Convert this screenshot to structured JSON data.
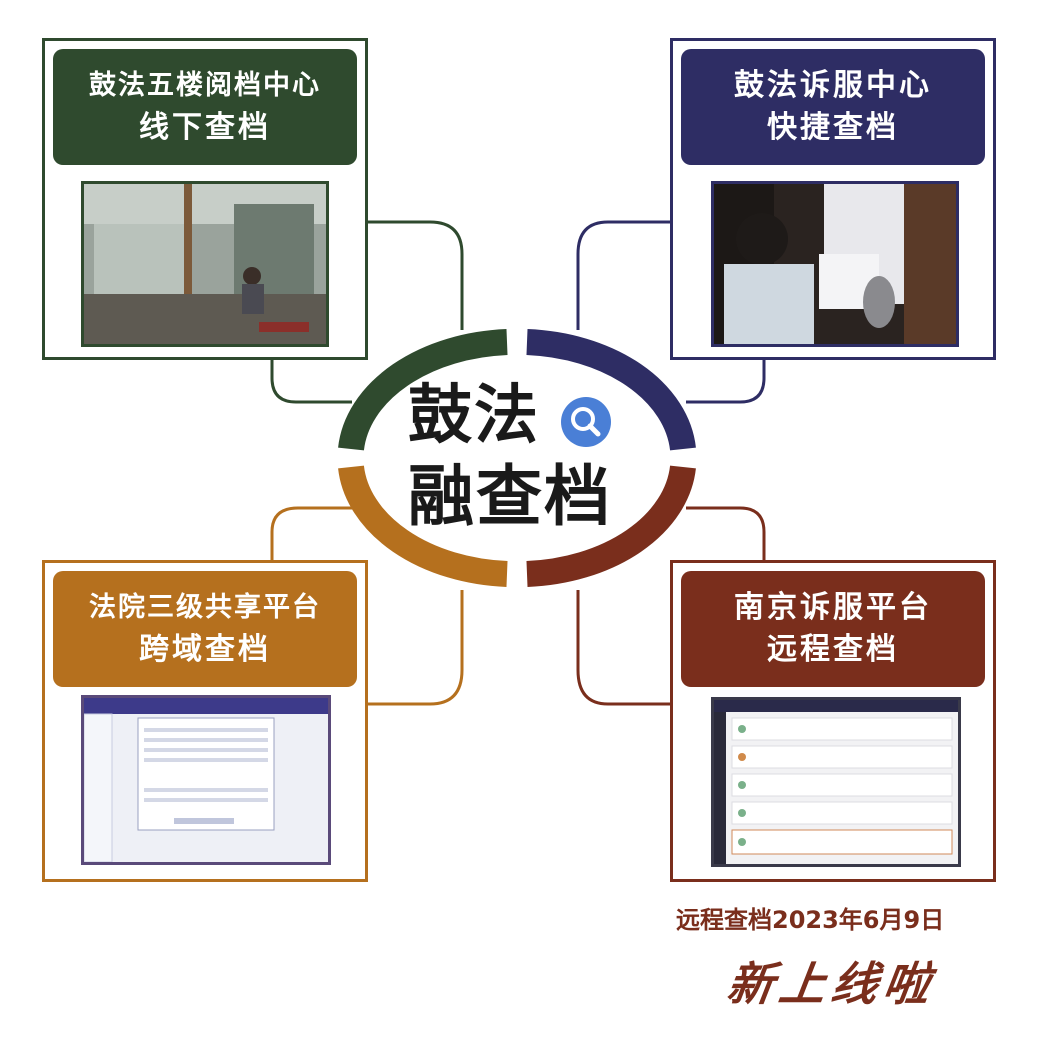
{
  "colors": {
    "green": "#2f4a2e",
    "navy": "#2e2d64",
    "orange": "#b5701e",
    "brown": "#7a2e1c"
  },
  "center": {
    "line1": "鼓法",
    "line2": "融查档",
    "icon": "search-icon"
  },
  "panels": {
    "top_left": {
      "line1": "鼓法五楼阅档中心",
      "line2": "线下查档"
    },
    "top_right": {
      "line1": "鼓法诉服中心",
      "line2": "快捷查档"
    },
    "bottom_left": {
      "line1": "法院三级共享平台",
      "line2": "跨域查档"
    },
    "bottom_right": {
      "line1": "南京诉服平台",
      "line2": "远程查档"
    }
  },
  "footer": {
    "date_text": "远程查档2023年6月9日",
    "launch_text": "新上线啦"
  }
}
